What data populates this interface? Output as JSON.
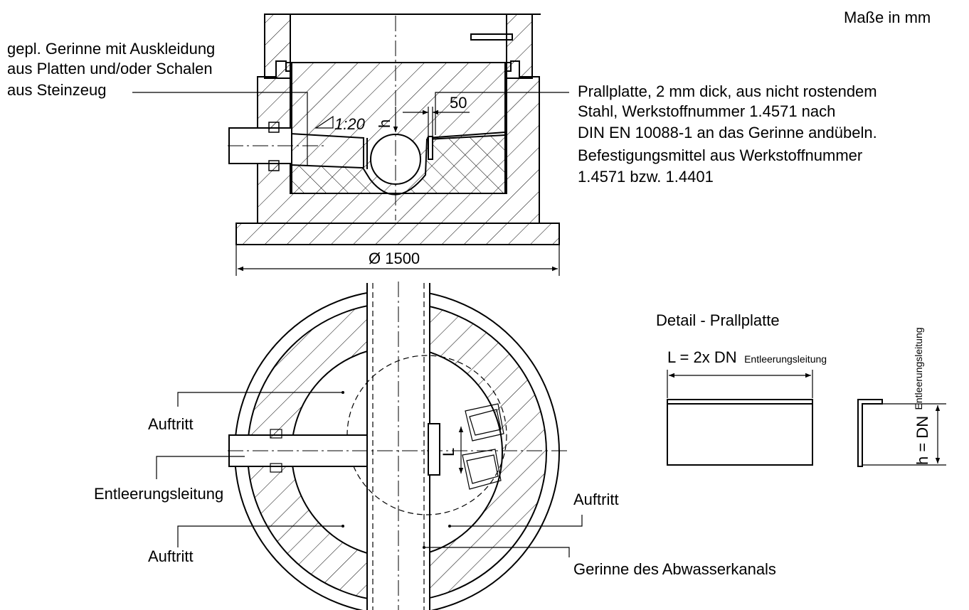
{
  "units_note": "Maße in mm",
  "section": {
    "label_channel_lines": [
      "gepl. Gerinne mit Auskleidung",
      "aus Platten und/oder Schalen",
      "aus Steinzeug"
    ],
    "slope": "1:20",
    "dim_h": "h",
    "dim_50": "50",
    "label_plate_lines": [
      "Prallplatte, 2 mm dick, aus nicht rostendem",
      "Stahl, Werkstoffnummer 1.4571 nach",
      "DIN EN 10088-1 an das Gerinne andübeln.",
      "Befestigungsmittel aus Werkstoffnummer",
      "1.4571 bzw. 1.4401"
    ],
    "diameter": "Ø 1500"
  },
  "plan": {
    "auftritt_top_left": "Auftritt",
    "drain_pipe": "Entleerungsleitung",
    "auftritt_bottom_left": "Auftritt",
    "auftritt_right": "Auftritt",
    "sewer_channel": "Gerinne des Abwasserkanals",
    "dim_L": "L"
  },
  "detail": {
    "title": "Detail - Prallplatte",
    "length_main": "L = 2x DN",
    "length_sub": "Entleerungsleitung",
    "height_main": "h = DN",
    "height_sub": "Entleerungsleitung"
  }
}
